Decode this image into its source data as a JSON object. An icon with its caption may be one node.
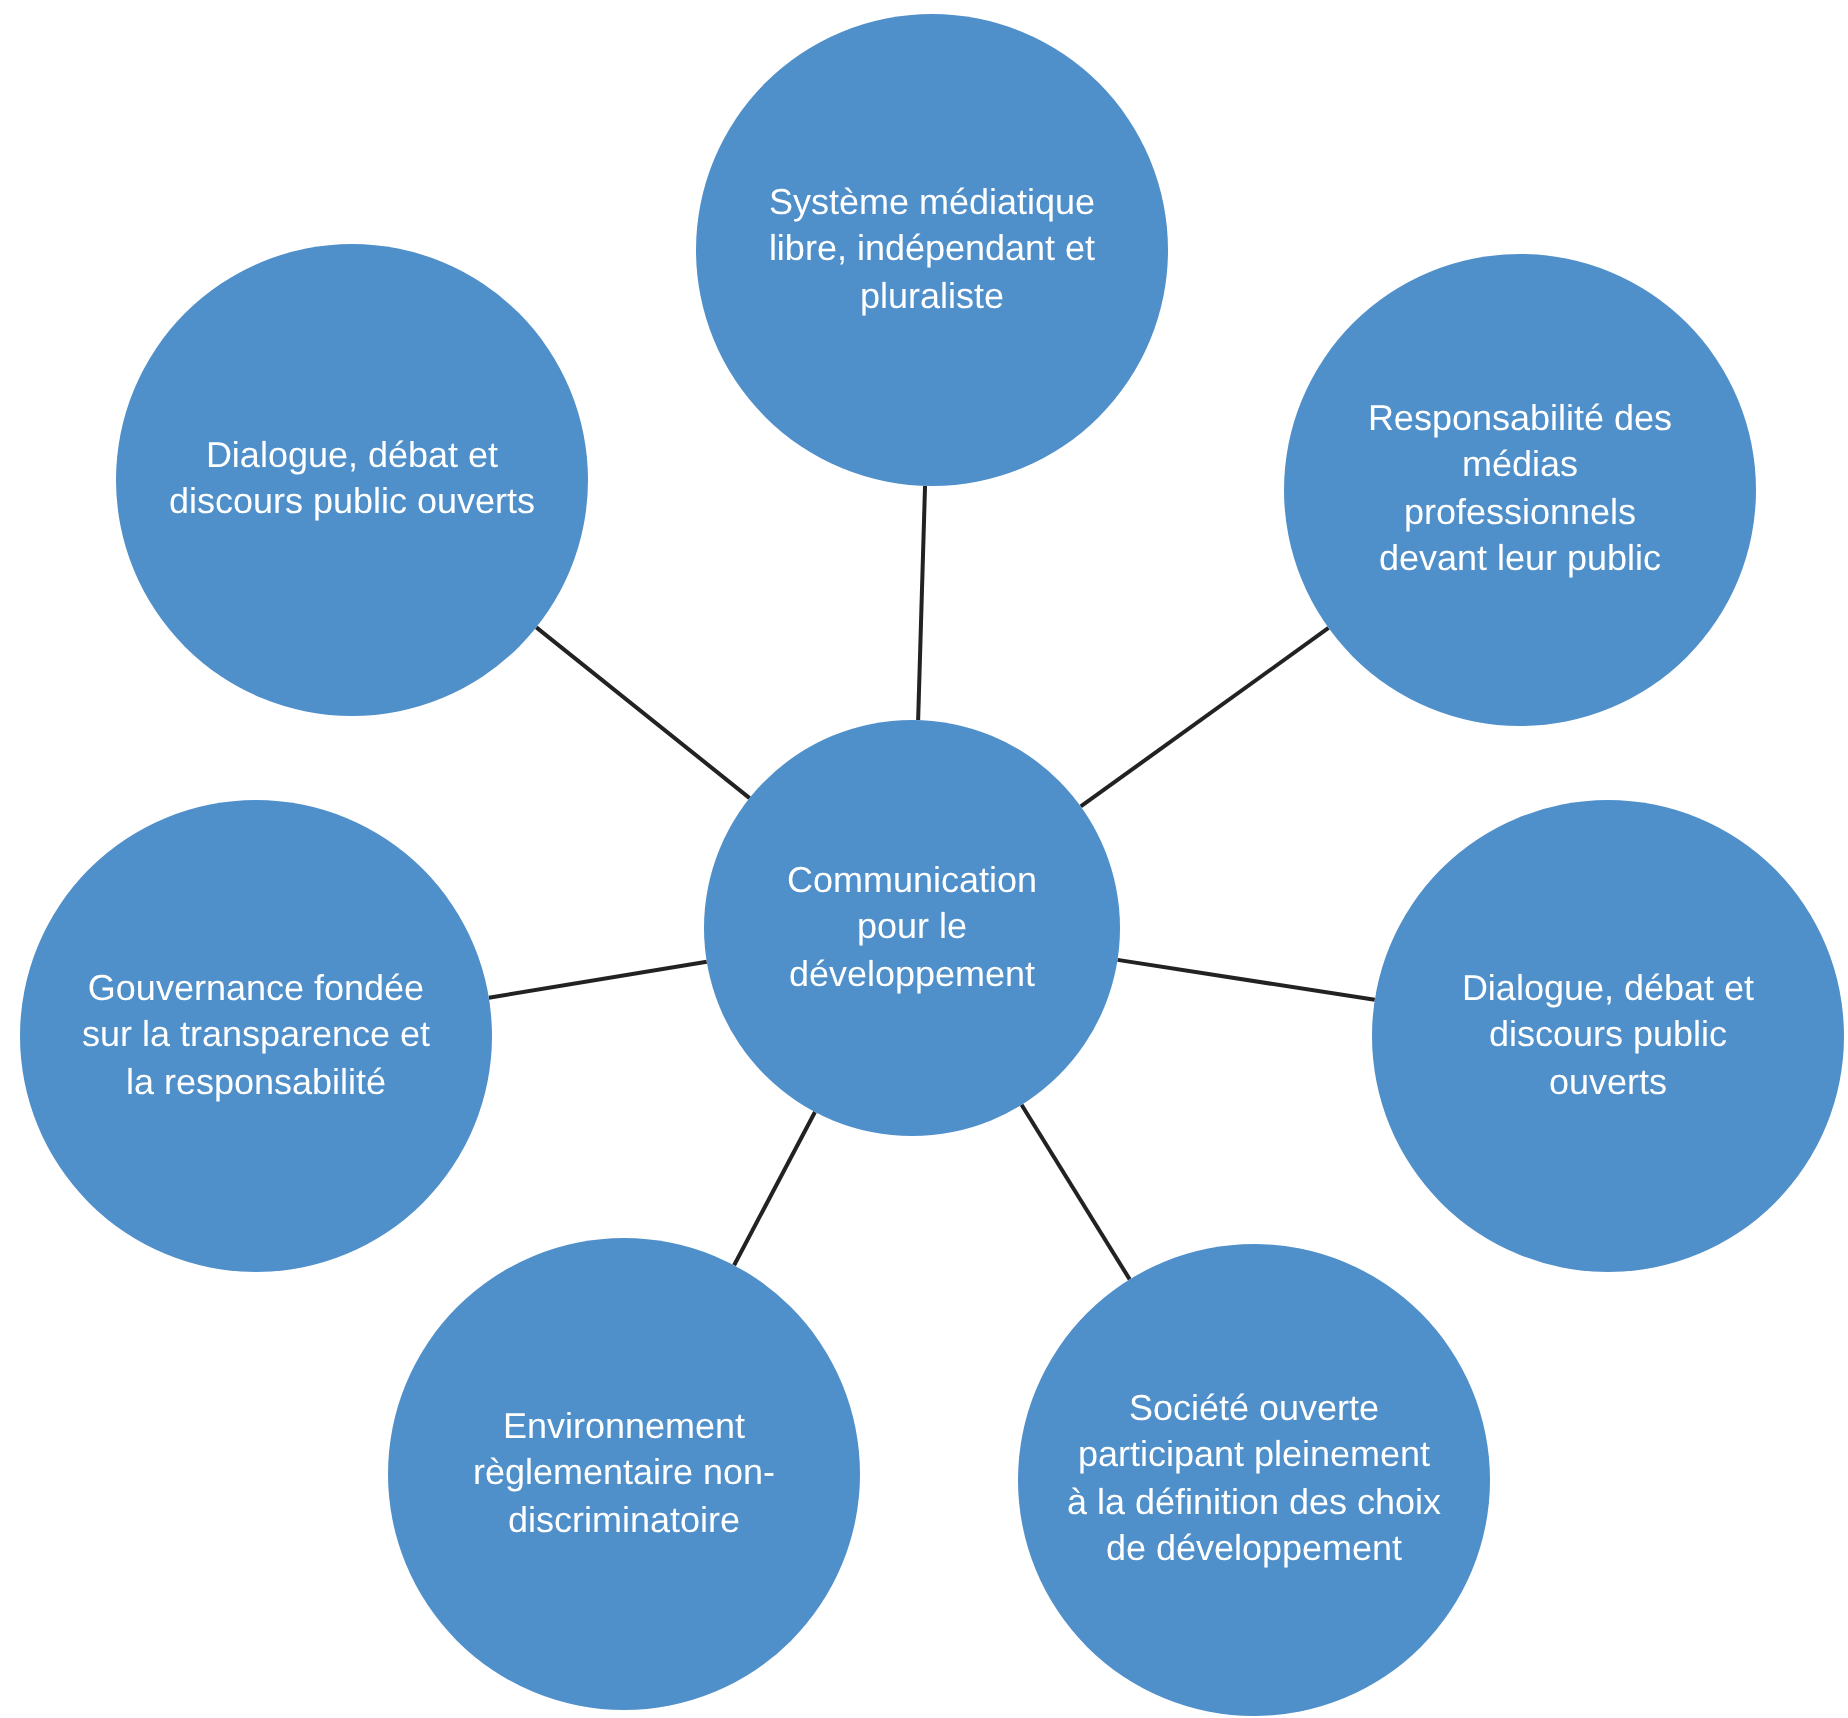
{
  "diagram": {
    "nodes": [
      {
        "text": [
          "Système médiatique libre, indépendant et pluraliste"
        ]
      },
      {
        "text": [
          "Dialogue, débat et discours public ouverts"
        ]
      },
      {
        "text": [
          "Responsabilité des médias professionnels devant leur public"
        ]
      },
      {
        "text": [
          "Communication pour le développement"
        ]
      },
      {
        "text": [
          "Gouvernance fondée sur la transparence et la responsabilité"
        ]
      },
      {
        "text": [
          "Dialogue, débat et discours public ouverts"
        ]
      },
      {
        "text": [
          "Environnement règlementaire non-discriminatoire"
        ]
      },
      {
        "text": [
          "Société ouverte participant pleinement à la définition des choix de développement"
        ]
      }
    ],
    "edges": [
      {
        "from": 3,
        "to": 0,
        "arrow": "none"
      },
      {
        "from": 3,
        "to": 2,
        "arrow": "none"
      },
      {
        "from": 3,
        "to": 5,
        "arrow": "none"
      },
      {
        "from": 3,
        "to": 7,
        "arrow": "none"
      },
      {
        "from": 3,
        "to": 6,
        "arrow": "none"
      },
      {
        "from": 3,
        "to": 4,
        "arrow": "none"
      },
      {
        "from": 3,
        "to": 1,
        "arrow": "none"
      }
    ]
  }
}
